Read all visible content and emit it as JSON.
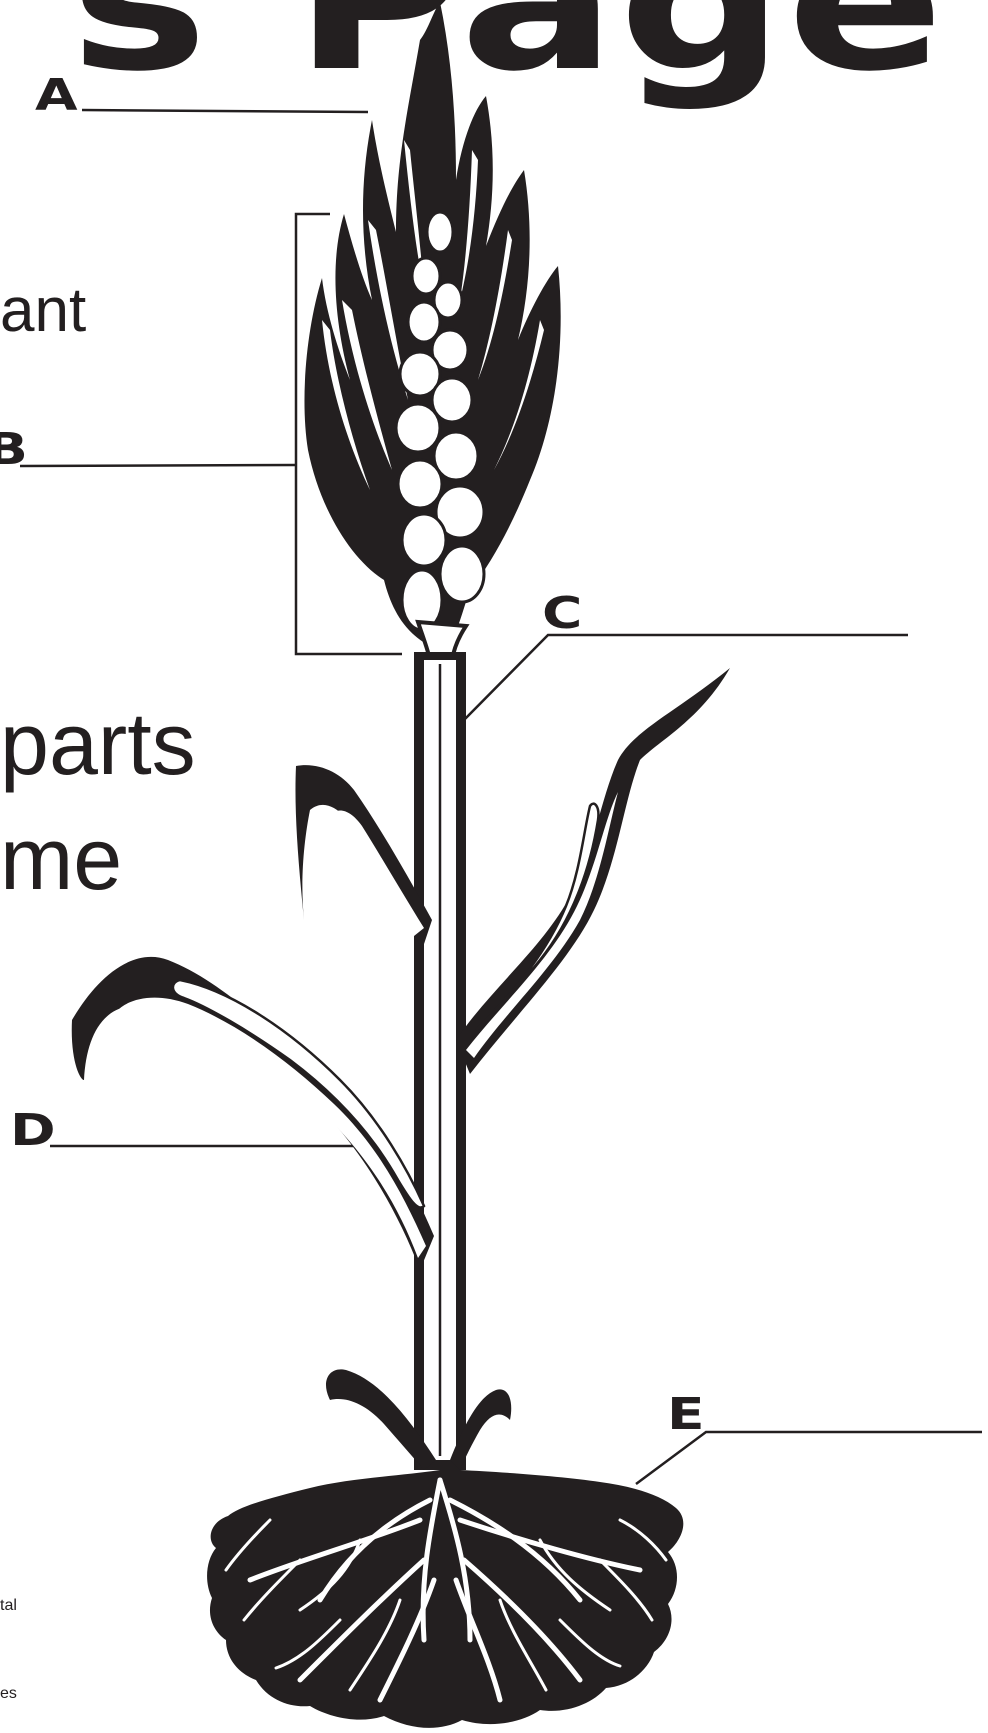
{
  "header": {
    "title_fragment": "s Page"
  },
  "body_text": {
    "fragment_1": "ant",
    "fragment_2": "parts",
    "fragment_3": "me",
    "fragment_4": "tal",
    "fragment_5": "es"
  },
  "labels": {
    "a": "A",
    "b": "B",
    "c": "C",
    "d": "D",
    "e": "E"
  },
  "colors": {
    "ink": "#231f20",
    "background": "#ffffff"
  }
}
